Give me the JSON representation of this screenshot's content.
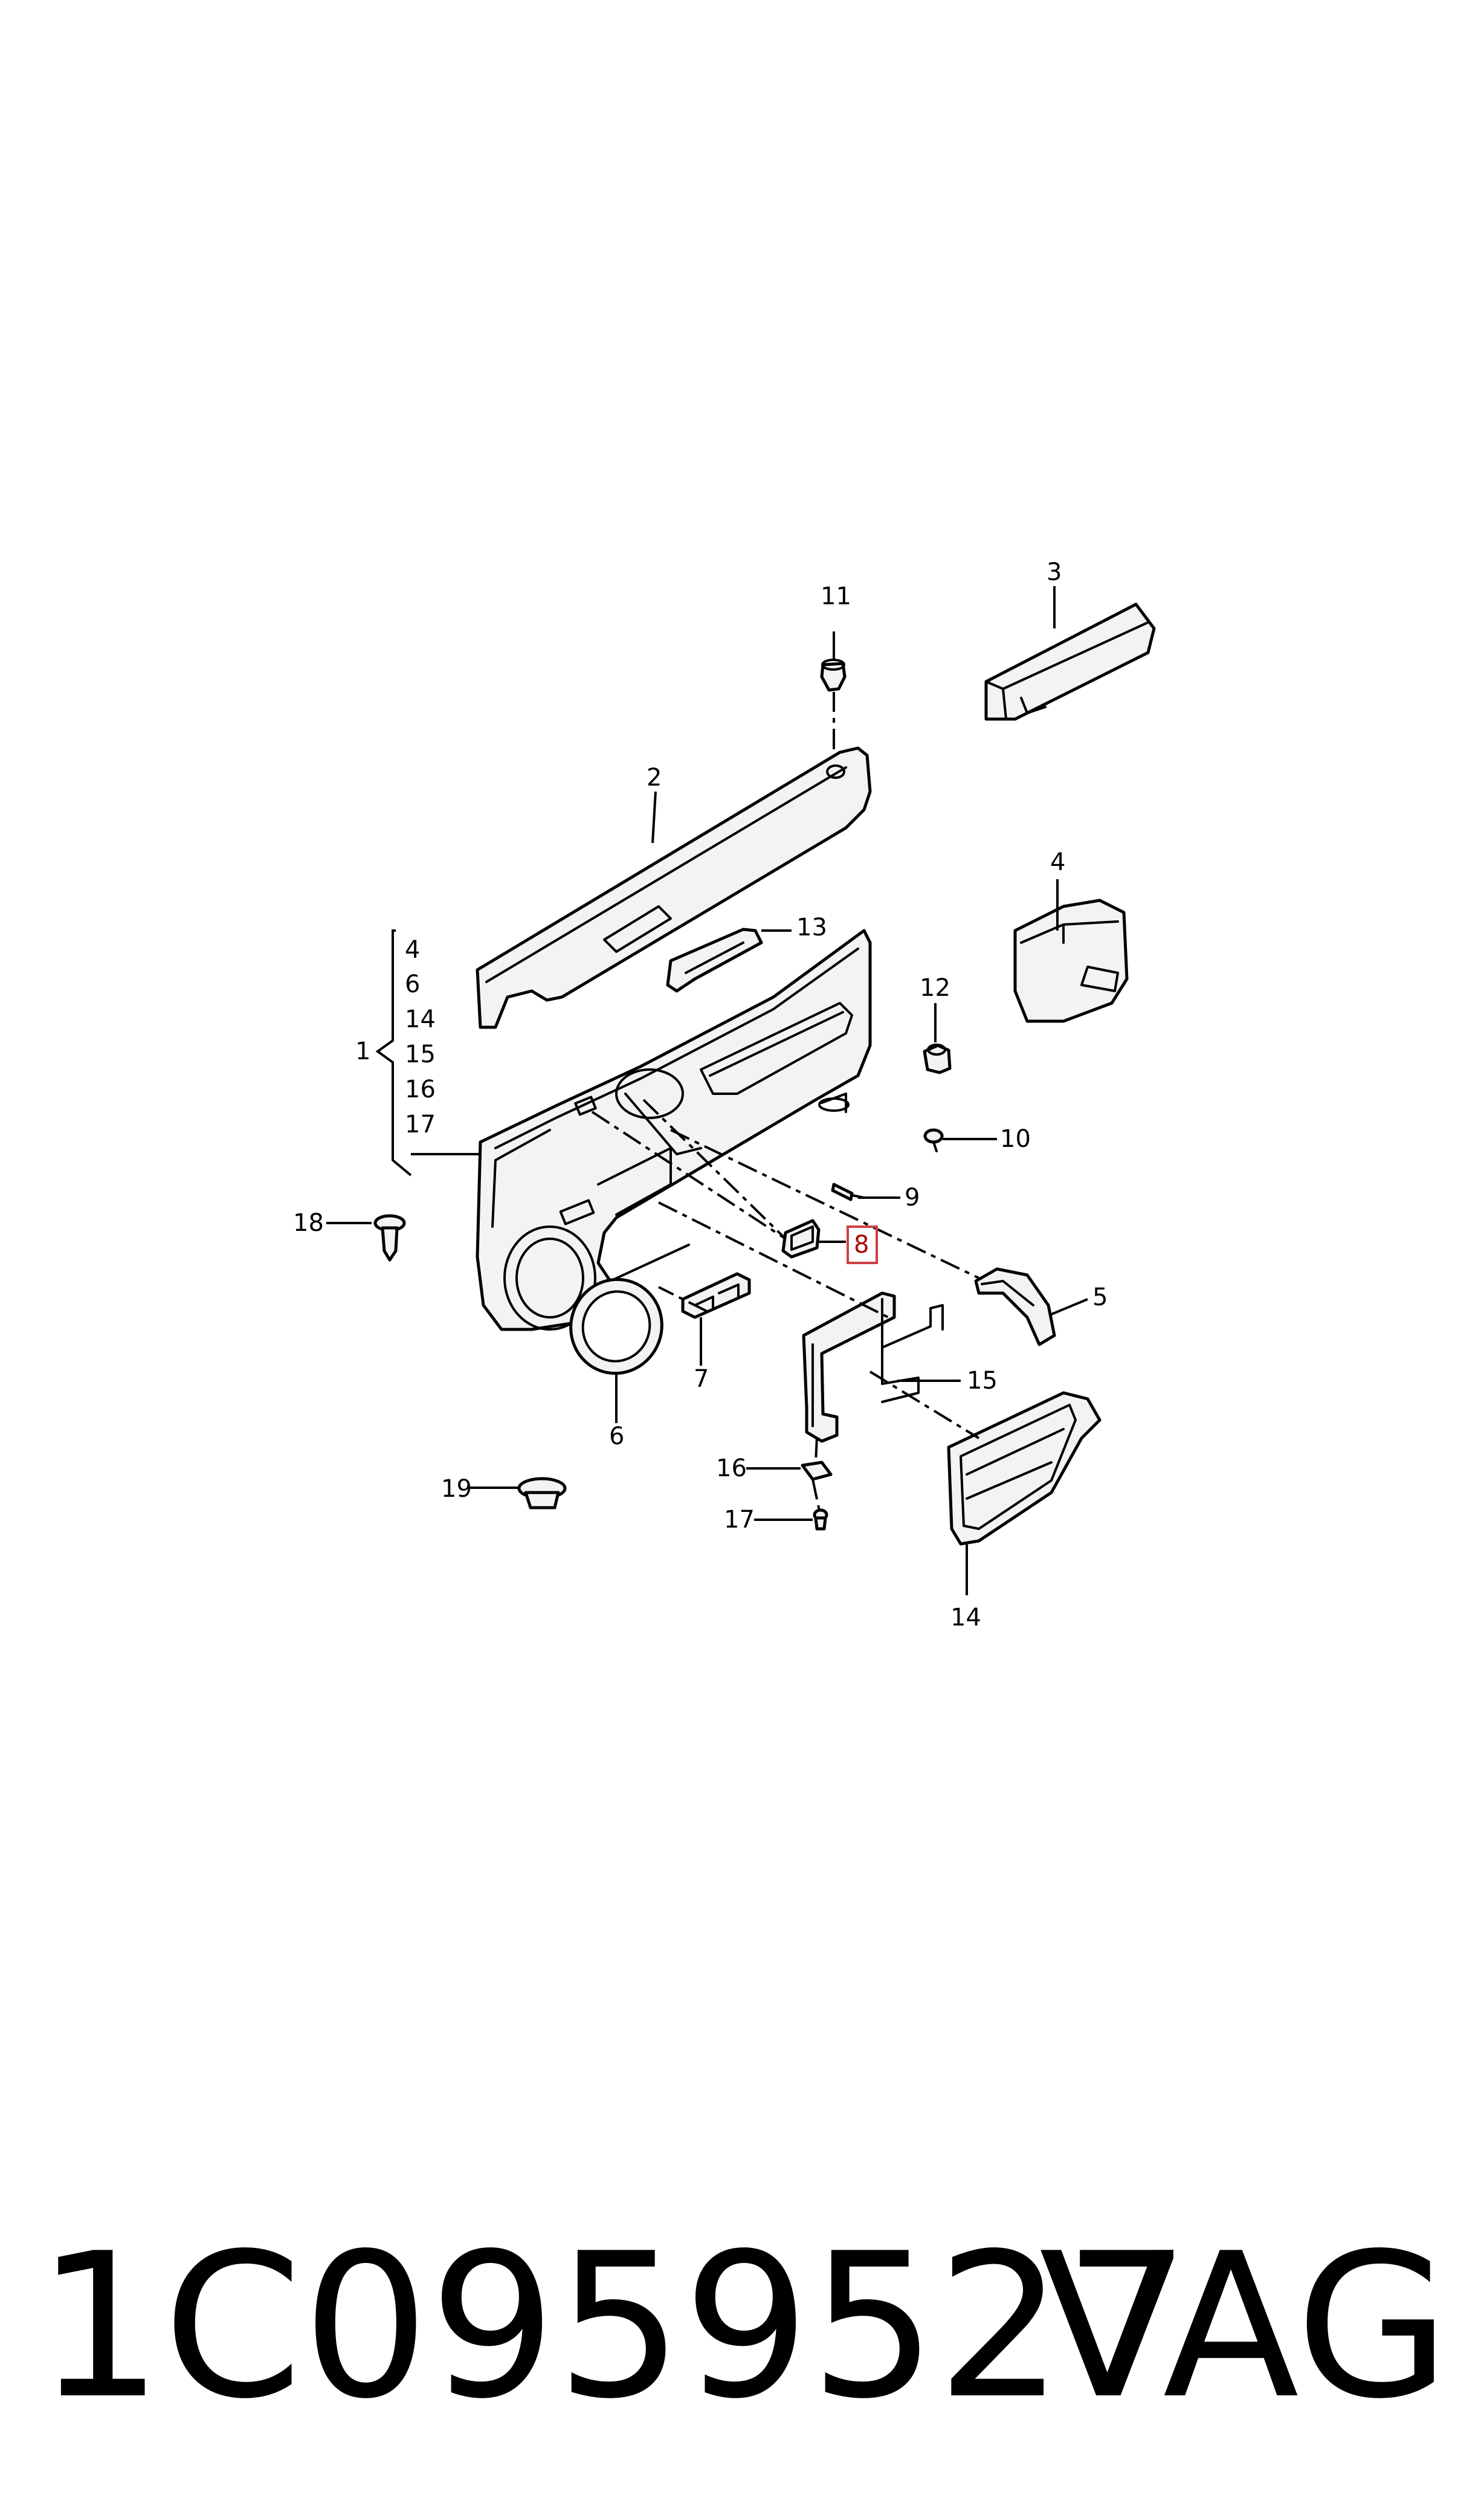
{
  "callouts": {
    "c1": "1",
    "c2": "2",
    "c3": "3",
    "c4": "4",
    "c5": "5",
    "c6": "6",
    "c7": "7",
    "c8": "8",
    "c9": "9",
    "c10": "10",
    "c11": "11",
    "c12": "12",
    "c13": "13",
    "c14": "14",
    "c15": "15",
    "c16": "16",
    "c17": "17",
    "c18": "18",
    "c19": "19"
  },
  "group_1": {
    "items": [
      "4",
      "6",
      "14",
      "15",
      "16",
      "17"
    ]
  },
  "highlighted_callout": "8",
  "colors": {
    "line": "#000000",
    "highlight": "#d04040"
  },
  "footer": {
    "part_number": "1C0959527",
    "brand": "VAG"
  }
}
